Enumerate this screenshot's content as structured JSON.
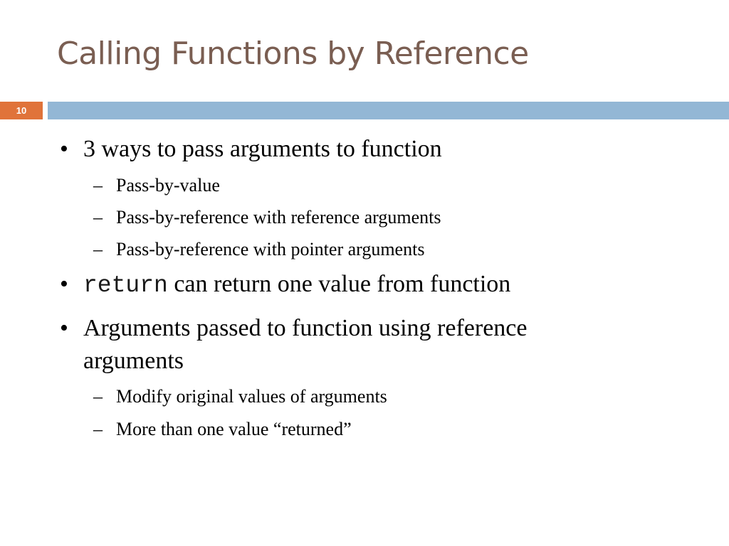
{
  "slide": {
    "title": "Calling Functions by Reference",
    "number": "10",
    "accent_color": "#e0733a",
    "bar_color": "#93b7d5",
    "title_color": "#7a5e52"
  },
  "bullets": {
    "b1": {
      "marker": "•",
      "text": "3 ways to pass arguments to function",
      "subs": [
        {
          "marker": "–",
          "text": "Pass-by-value"
        },
        {
          "marker": "–",
          "text": "Pass-by-reference with reference arguments"
        },
        {
          "marker": "–",
          "text": "Pass-by-reference with pointer arguments"
        }
      ]
    },
    "b2": {
      "marker": "•",
      "code": "return",
      "text": "can return one value from function"
    },
    "b3": {
      "marker": "•",
      "line1": "Arguments passed to function using reference",
      "line2": "arguments",
      "subs": [
        {
          "marker": "–",
          "text": "Modify original values of arguments"
        },
        {
          "marker": "–",
          "text": "More than one value “returned”"
        }
      ]
    }
  }
}
